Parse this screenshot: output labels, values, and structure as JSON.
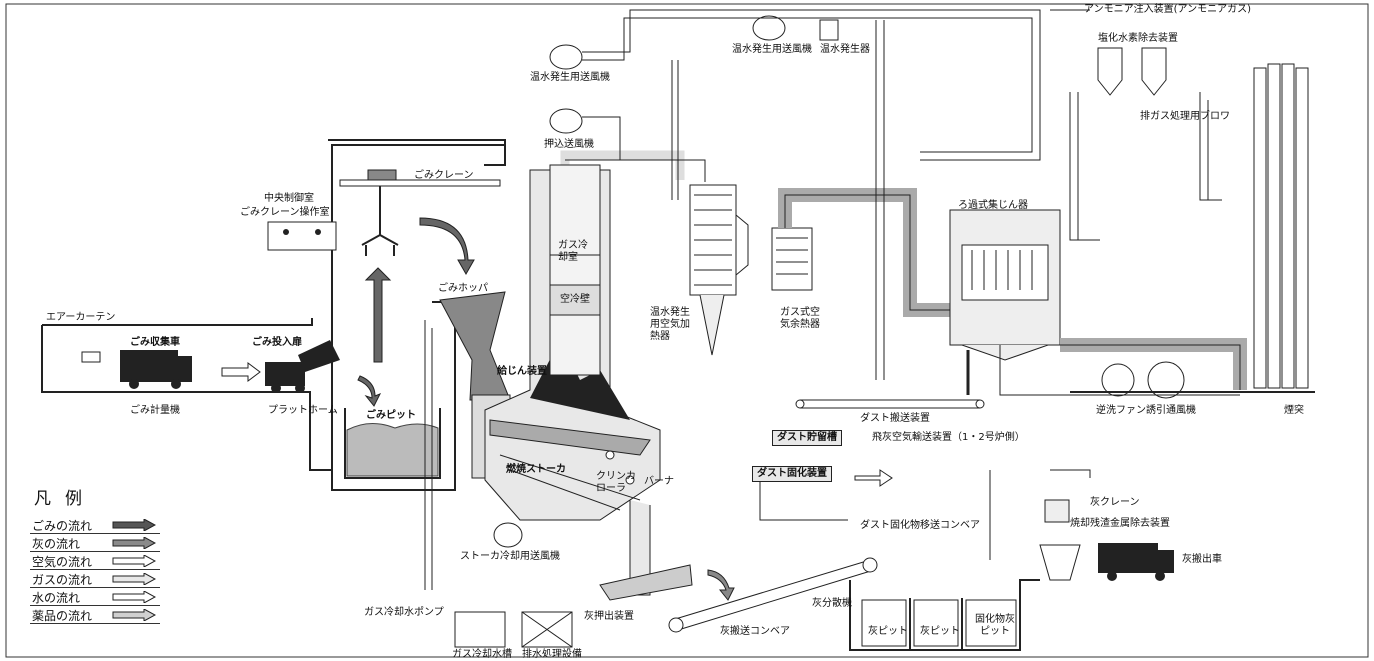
{
  "labels": {
    "ammonia": "アンモニア注入装置(アンモニアガス)",
    "hcl_removal": "塩化水素除去装置",
    "exhaust_blower": "排ガス処理用ブロワ",
    "hot_water_fan1": "温水発生用送風機",
    "hot_water_fan2": "温水発生用送風機",
    "hot_water_gen": "温水発生器",
    "push_fan": "押込送風機",
    "crane": "ごみクレーン",
    "control_room": "中央制御室",
    "crane_room": "ごみクレーン操作室",
    "gas_cooling": "ガス冷却室",
    "air_wall": "空冷壁",
    "hopper": "ごみホッパ",
    "air_curtain": "エアーカーテン",
    "truck": "ごみ収集車",
    "door": "ごみ投入扉",
    "scale": "ごみ計量機",
    "platform": "プラットホーム",
    "pit": "ごみピット",
    "feeder": "給じん装置",
    "stoker": "燃焼ストーカ",
    "clinker": "クリンカローラ",
    "burner": "バーナ",
    "stoker_fan": "ストーカ冷却用送風機",
    "pump": "ガス冷却水ポンプ",
    "water_tank": "ガス冷却水槽",
    "wastewater": "排水処理設備",
    "ash_push": "灰押出装置",
    "ash_conveyor": "灰搬送コンベア",
    "ash_sorter": "灰分散機",
    "ash_pit1": "灰ピット",
    "ash_pit2": "灰ピット",
    "ash_pit3": "固化物灰ピット",
    "air_heater": "温水発生用空気加熱器",
    "gas_air_heater": "ガス式空気余熱器",
    "bag_filter": "ろ過式集じん器",
    "backwash_fan": "逆洗ファン",
    "id_fan": "誘引通風機",
    "stack": "煙突",
    "dust_conveyor": "ダスト搬送装置",
    "dust_storage": "ダスト貯留槽",
    "fly_ash": "飛灰空気輸送装置（1・2号炉側）",
    "dust_solid": "ダスト固化装置",
    "solid_conveyor": "ダスト固化物移送コンベア",
    "ash_crane": "灰クレーン",
    "metal_removal": "焼却残渣金属除去装置",
    "ash_truck": "灰搬出車"
  },
  "legend": {
    "title": "凡例",
    "items": [
      {
        "label": "ごみの流れ",
        "fill": "#555555"
      },
      {
        "label": "灰の流れ",
        "fill": "#8a8a8a"
      },
      {
        "label": "空気の流れ",
        "fill": "#ffffff"
      },
      {
        "label": "ガスの流れ",
        "fill": "#e8e8e8"
      },
      {
        "label": "水の流れ",
        "fill": "#ffffff"
      },
      {
        "label": "薬品の流れ",
        "fill": "#d0d0d0"
      }
    ]
  }
}
